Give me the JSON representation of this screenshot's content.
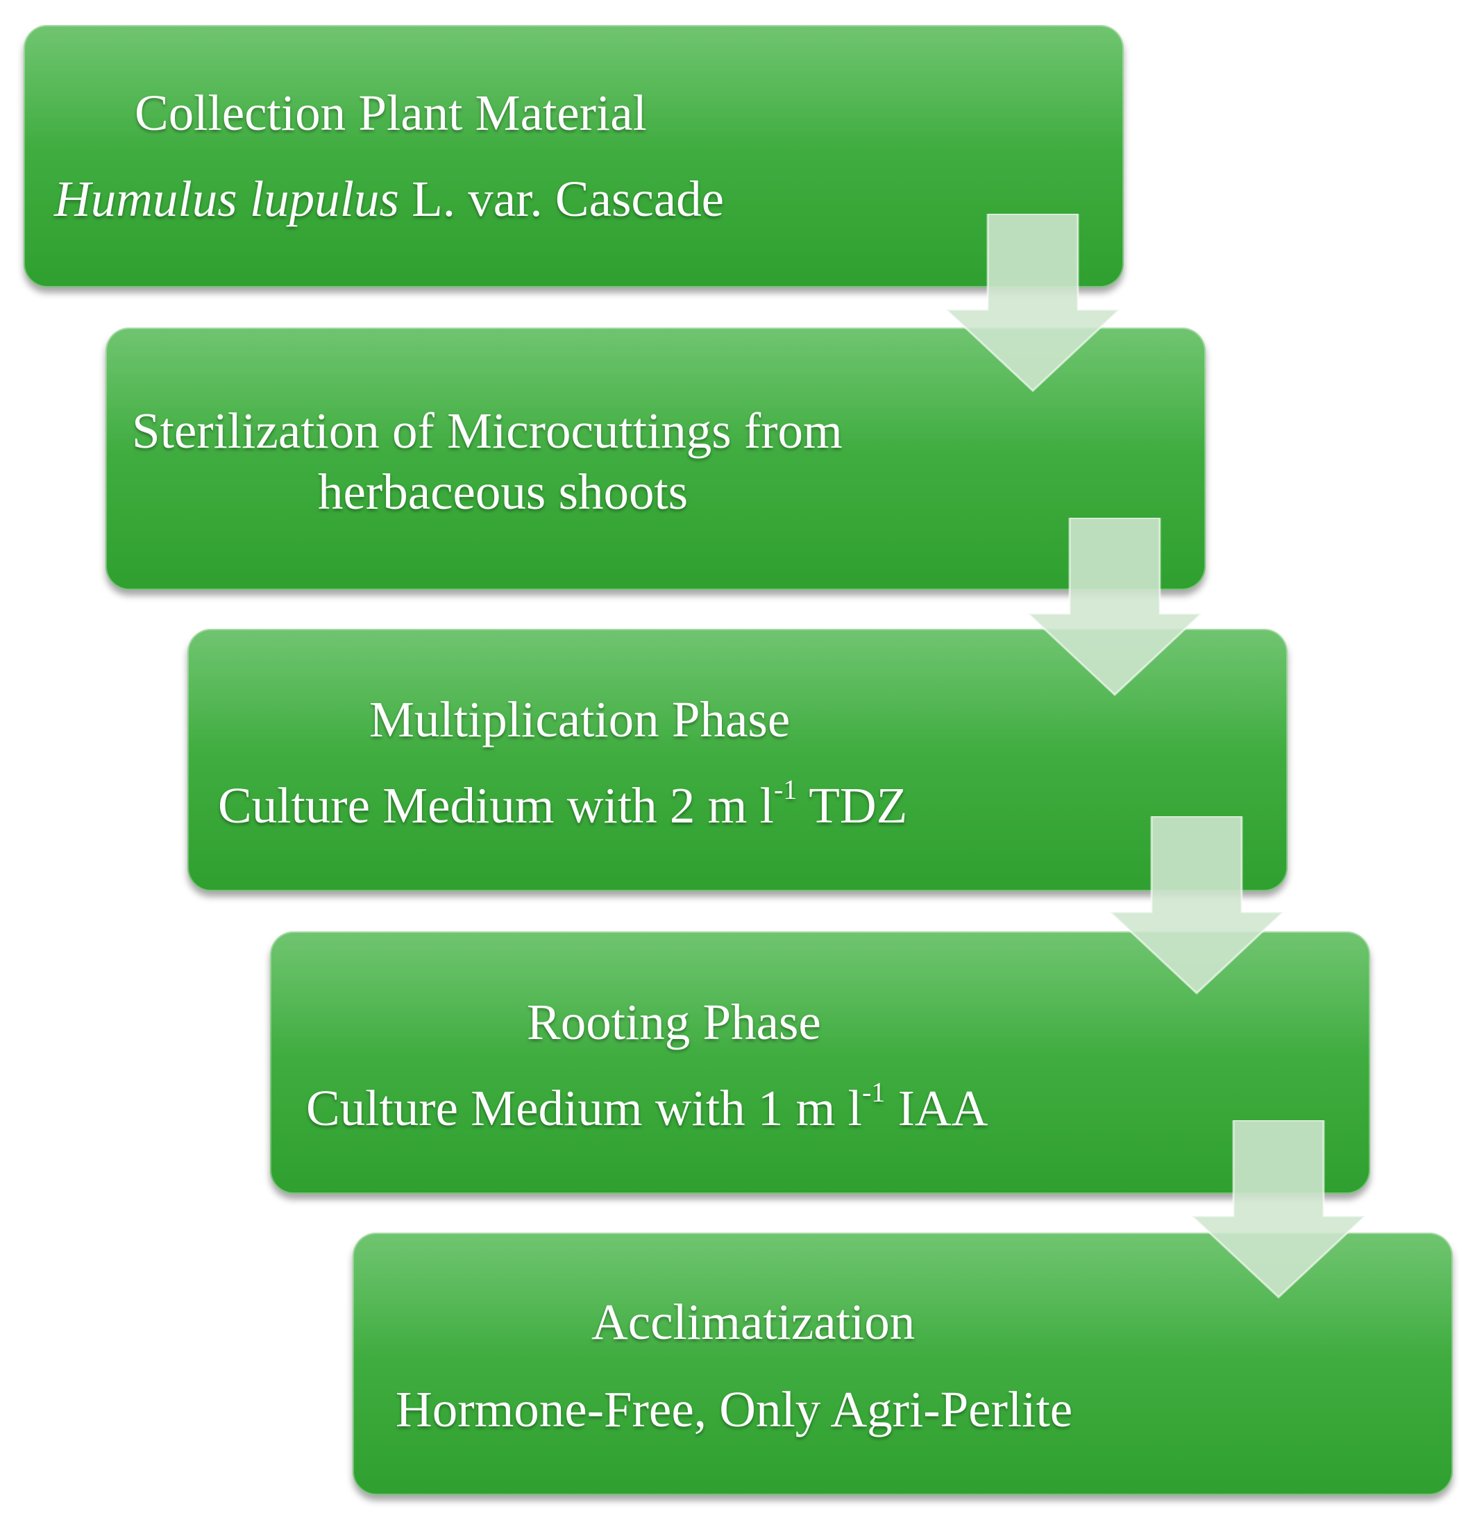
{
  "steps": [
    {
      "title": "Collection Plant Material",
      "subtitle_italic": "Humulus lupulus",
      "subtitle_rest": " L. var. Cascade"
    },
    {
      "line1": "Sterilization of Microcuttings from",
      "line2": "herbaceous shoots"
    },
    {
      "title": "Multiplication Phase",
      "detail_before": "Culture Medium with 2 m l",
      "detail_sup": "-1",
      "detail_after": " TDZ"
    },
    {
      "title": "Rooting Phase",
      "detail_before": "Culture Medium with 1 m l",
      "detail_sup": "-1",
      "detail_after": " IAA"
    },
    {
      "title": "Acclimatization",
      "detail": "Hormone-Free, Only Agri-Perlite"
    }
  ],
  "colors": {
    "box": "#40ad40",
    "arrow": "#cfe6cf"
  }
}
